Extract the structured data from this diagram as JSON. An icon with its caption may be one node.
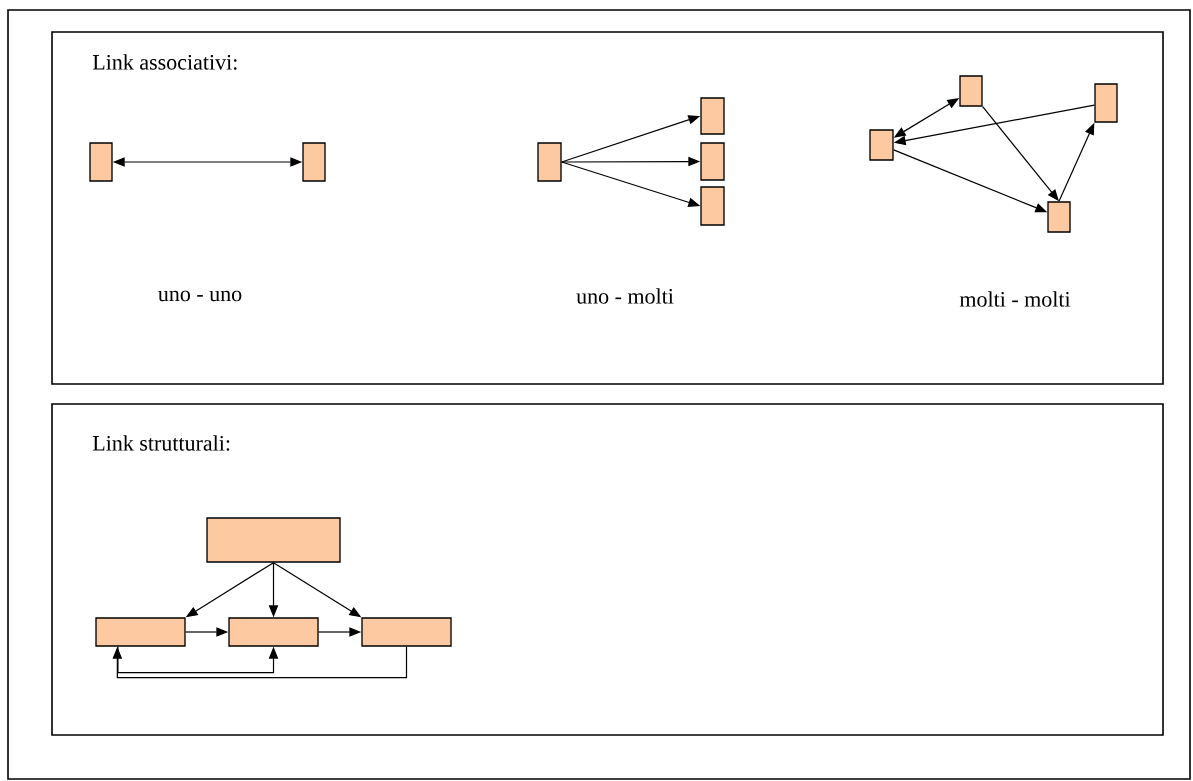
{
  "diagram": {
    "nodes": [
      {
        "text": [
          "Link associativi:"
        ]
      },
      {
        "text": [],
        "shape": "box",
        "in": 0
      },
      {
        "text": [],
        "shape": "box",
        "in": 0
      },
      {
        "text": [],
        "shape": "box",
        "in": 0
      },
      {
        "text": [],
        "shape": "box",
        "in": 0
      },
      {
        "text": [],
        "shape": "box",
        "in": 0
      },
      {
        "text": [],
        "shape": "box",
        "in": 0
      },
      {
        "text": [],
        "shape": "box",
        "in": 0
      },
      {
        "text": [],
        "shape": "box",
        "in": 0
      },
      {
        "text": [],
        "shape": "box",
        "in": 0
      },
      {
        "text": [],
        "shape": "box",
        "in": 0
      },
      {
        "text": [
          "Link strutturali:"
        ]
      },
      {
        "text": [],
        "shape": "box",
        "in": 11
      },
      {
        "text": [],
        "shape": "box",
        "in": 11
      },
      {
        "text": [],
        "shape": "box",
        "in": 11
      },
      {
        "text": [],
        "shape": "box",
        "in": 11
      }
    ],
    "edges": [
      {
        "from": 1,
        "to": 2,
        "arrow": "both"
      },
      {
        "from": 3,
        "to": 4,
        "arrow": "to"
      },
      {
        "from": 3,
        "to": 5,
        "arrow": "to"
      },
      {
        "from": 3,
        "to": 6,
        "arrow": "to"
      },
      {
        "from": 7,
        "to": 8,
        "arrow": "both"
      },
      {
        "from": 9,
        "to": 7,
        "arrow": "to"
      },
      {
        "from": 8,
        "to": 10,
        "arrow": "to"
      },
      {
        "from": 7,
        "to": 10,
        "arrow": "to"
      },
      {
        "from": 10,
        "to": 9,
        "arrow": "to"
      },
      {
        "from": 12,
        "to": 13,
        "arrow": "to"
      },
      {
        "from": 12,
        "to": 14,
        "arrow": "to"
      },
      {
        "from": 12,
        "to": 15,
        "arrow": "to"
      },
      {
        "from": 13,
        "to": 14,
        "arrow": "to"
      },
      {
        "from": 14,
        "to": 15,
        "arrow": "to"
      },
      {
        "from": 13,
        "to": 14,
        "arrow": "to"
      },
      {
        "from": 15,
        "to": 13,
        "arrow": "to"
      }
    ],
    "labels": [
      "uno - uno",
      "uno - molti",
      "molti - molti"
    ]
  }
}
